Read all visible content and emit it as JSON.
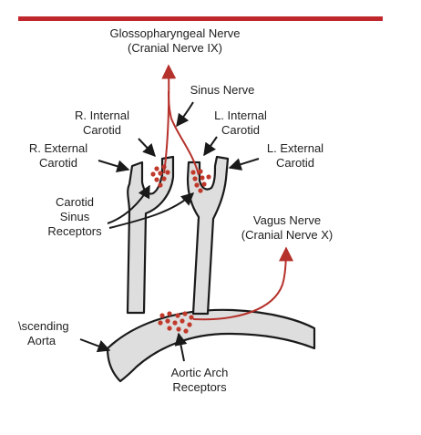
{
  "colors": {
    "top_bar": "#c0272d",
    "nerve": "#b5312b",
    "receptor_dot": "#c0392b",
    "vessel_fill": "#dedede",
    "vessel_stroke": "#1a1a1a",
    "label_text": "#222222"
  },
  "labels": {
    "glossopharyngeal": [
      "Glossopharyngeal Nerve",
      "(Cranial Nerve IX)"
    ],
    "sinus_nerve": [
      "Sinus Nerve"
    ],
    "r_internal_carotid": [
      "R. Internal",
      "Carotid"
    ],
    "l_internal_carotid": [
      "L. Internal",
      "Carotid"
    ],
    "r_external_carotid": [
      "R. External",
      "Carotid"
    ],
    "l_external_carotid": [
      "L. External",
      "Carotid"
    ],
    "carotid_sinus_receptors": [
      "Carotid",
      "Sinus",
      "Receptors"
    ],
    "vagus": [
      "Vagus Nerve",
      "(Cranial Nerve X)"
    ],
    "ascending_aorta": [
      "\\scending",
      "Aorta"
    ],
    "aortic_arch_receptors": [
      "Aortic Arch",
      "Receptors"
    ]
  }
}
